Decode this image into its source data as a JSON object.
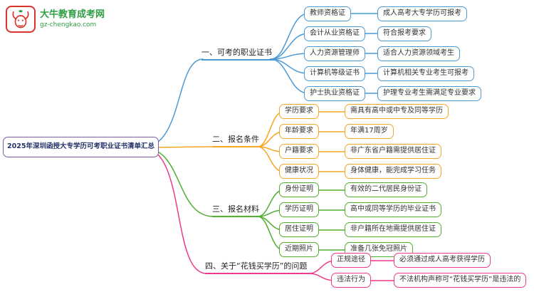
{
  "logo": {
    "title": "大牛教育成考网",
    "url": "gz-chengkao.com",
    "red": "#d9342b",
    "green": "#2f9e44"
  },
  "main": {
    "text": "2025年深圳函授大专学历可考职业证书清单汇总",
    "border_color": "#7c5ba6",
    "text_color": "#24356b"
  },
  "branches": [
    {
      "label": "一、可考的职业证书",
      "color": "#4a9ad4",
      "items": [
        {
          "title": "教师资格证",
          "detail": "成人高考大专学历可报考"
        },
        {
          "title": "会计从业资格证",
          "detail": "符合报考要求"
        },
        {
          "title": "人力资源管理师",
          "detail": "适合人力资源领域考生"
        },
        {
          "title": "计算机等级证书",
          "detail": "计算机相关专业考生可报考"
        },
        {
          "title": "护士执业资格证",
          "detail": "护理专业考生需满足专业要求"
        }
      ]
    },
    {
      "label": "二、报名条件",
      "color": "#f5a623",
      "items": [
        {
          "title": "学历要求",
          "detail": "需具有高中或中专及同等学历"
        },
        {
          "title": "年龄要求",
          "detail": "年满17周岁"
        },
        {
          "title": "户籍要求",
          "detail": "非广东省户籍需提供居住证"
        },
        {
          "title": "健康状况",
          "detail": "身体健康，能完成学习任务"
        }
      ]
    },
    {
      "label": "三、报名材料",
      "color": "#52ad32",
      "items": [
        {
          "title": "身份证明",
          "detail": "有效的二代居民身份证"
        },
        {
          "title": "学历证明",
          "detail": "高中或同等学历的毕业证书"
        },
        {
          "title": "居住证明",
          "detail": "非户籍所在地需提供居住证"
        },
        {
          "title": "近期照片",
          "detail": "准备几张免冠照片"
        }
      ]
    },
    {
      "label": "四、关于“花钱买学历”的问题",
      "color": "#ee3a8c",
      "items": [
        {
          "title": "正规途径",
          "detail": "必须通过成人高考获得学历"
        },
        {
          "title": "违法行为",
          "detail": "不法机构声称可“花钱买学历”是违法的"
        }
      ]
    }
  ]
}
